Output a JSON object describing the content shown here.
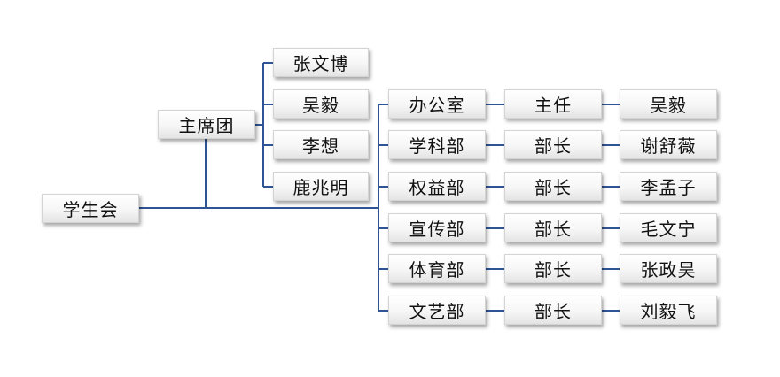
{
  "diagram": {
    "root": "学生会",
    "presidium": {
      "label": "主席团",
      "members": [
        "张文博",
        "吴毅",
        "李想",
        "鹿兆明"
      ]
    },
    "departments": [
      {
        "name": "办公室",
        "title": "主任",
        "person": "吴毅"
      },
      {
        "name": "学科部",
        "title": "部长",
        "person": "谢舒薇"
      },
      {
        "name": "权益部",
        "title": "部长",
        "person": "李孟子"
      },
      {
        "name": "宣传部",
        "title": "部长",
        "person": "毛文宁"
      },
      {
        "name": "体育部",
        "title": "部长",
        "person": "张政昊"
      },
      {
        "name": "文艺部",
        "title": "部长",
        "person": "刘毅飞"
      }
    ],
    "line_color": "#2f5496"
  }
}
